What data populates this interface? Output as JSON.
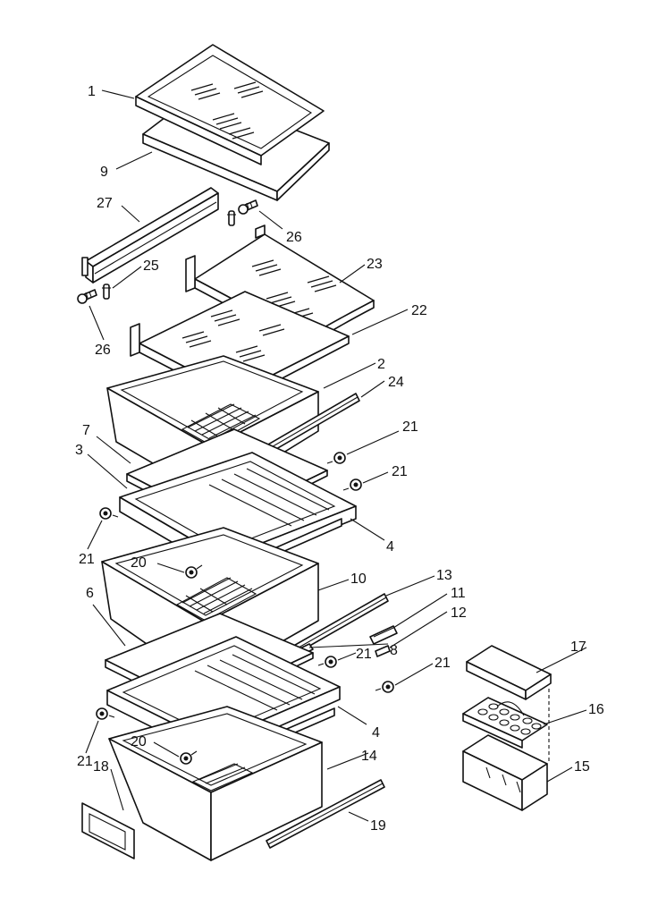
{
  "diagram": {
    "part_numbers": [
      "1",
      "9",
      "27",
      "26",
      "25",
      "26",
      "23",
      "22",
      "2",
      "24",
      "7",
      "3",
      "21",
      "21",
      "21",
      "4",
      "20",
      "10",
      "13",
      "11",
      "12",
      "8",
      "6",
      "21",
      "21",
      "17",
      "16",
      "15",
      "21",
      "20",
      "4",
      "18",
      "14",
      "19"
    ]
  }
}
